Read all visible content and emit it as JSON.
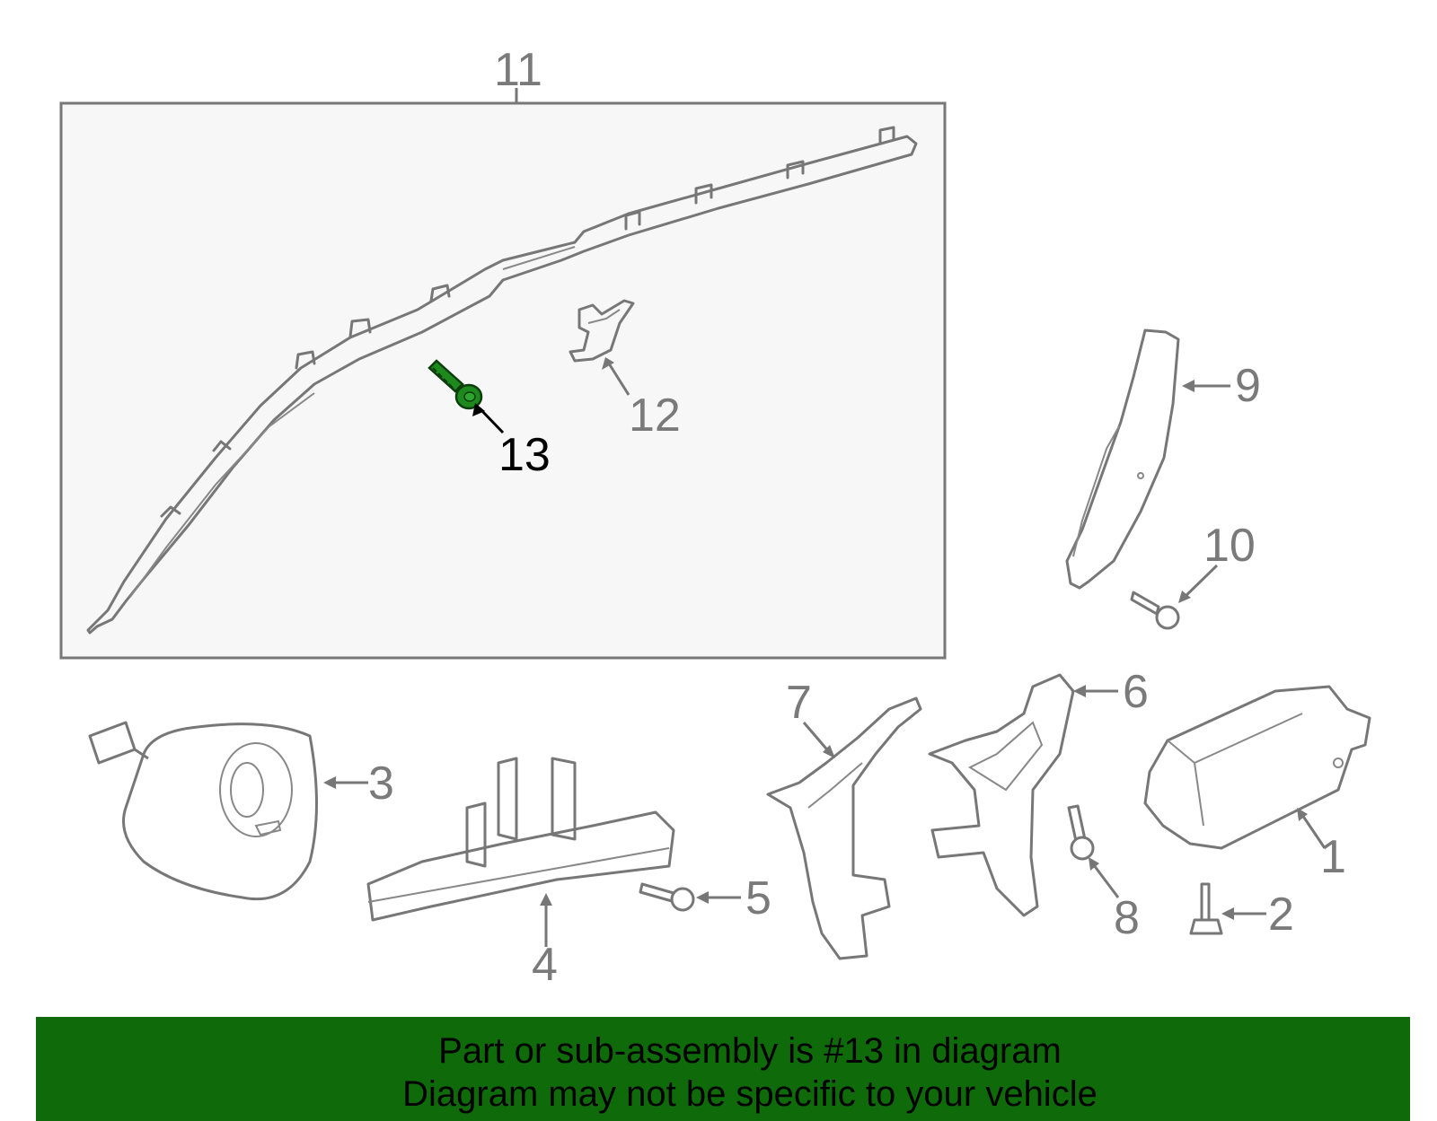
{
  "diagram": {
    "highlighted_part": "13",
    "callouts": {
      "c1": "1",
      "c2": "2",
      "c3": "3",
      "c4": "4",
      "c5": "5",
      "c6": "6",
      "c7": "7",
      "c8": "8",
      "c9": "9",
      "c10": "10",
      "c11": "11",
      "c12": "12",
      "c13": "13"
    },
    "colors": {
      "highlight": "#1e8a1e",
      "banner_background": "#0f6a0a",
      "line_art": "#777777",
      "inset_background": "#f7f7f7"
    }
  },
  "banner": {
    "line1": "Part or sub-assembly is #13 in diagram",
    "line2": "Diagram may not be specific to your vehicle"
  }
}
